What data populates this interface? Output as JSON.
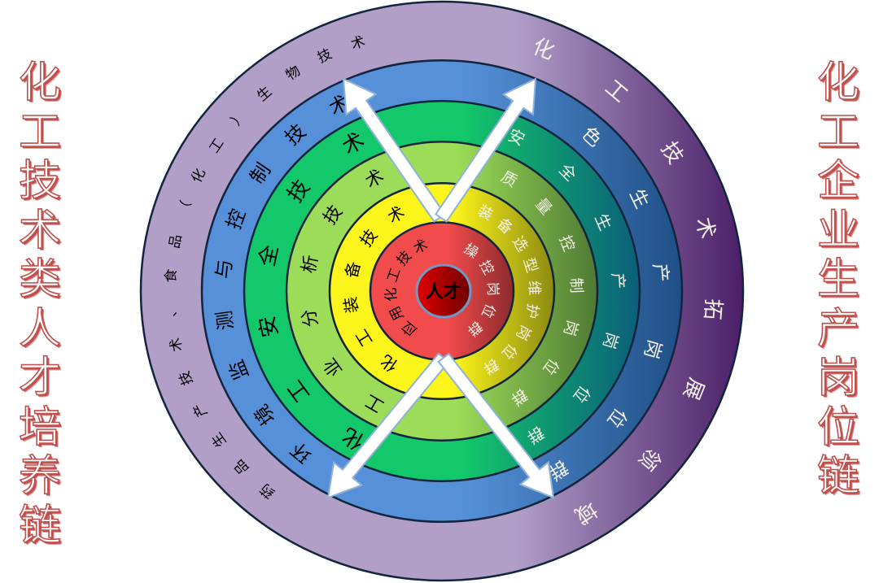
{
  "left_title": {
    "text": "化工技术类人才培养链",
    "chars": [
      "化",
      "工",
      "技",
      "术",
      "类",
      "人",
      "才",
      "培",
      "养",
      "链"
    ],
    "color": "#c0504d"
  },
  "right_title": {
    "text": "化工企业生产岗位链",
    "chars": [
      "化",
      "工",
      "企",
      "业",
      "生",
      "产",
      "岗",
      "位",
      "链"
    ],
    "color": "#c0504d"
  },
  "center": {
    "label": "人才",
    "color": "#cc0000"
  },
  "rings": [
    {
      "name": "core",
      "left_label": "应用化工技术",
      "right_label": "操控岗位群",
      "left_color": "#f24b4b",
      "right_color": "#8b2a2e"
    },
    {
      "name": "equipment",
      "left_label": "化工装备技术",
      "right_label": "装备选型维护岗位群",
      "left_color": "#fcf51b",
      "right_color": "#8c8a10"
    },
    {
      "name": "analysis",
      "left_label": "工业分析技术",
      "right_label": "质量控制岗位群",
      "left_color": "#9cdc58",
      "right_color": "#4f7a34"
    },
    {
      "name": "safety",
      "left_label": "化工安全技术",
      "right_label": "安全生产岗位群",
      "left_color": "#13c86a",
      "right_color": "#0b5f7a"
    },
    {
      "name": "environment",
      "left_label": "环境监测与控制技术",
      "right_label": "绿色生产岗位群",
      "left_color": "#5590d8",
      "right_color": "#1f4f86"
    },
    {
      "name": "extension",
      "left_label": "药品生产技术、食品（化工）生物技术",
      "right_label": "化工技术拓展领域",
      "left_color": "#b19fc8",
      "right_color": "#4b1f68"
    }
  ],
  "arrows": [
    {
      "name": "arrow-up-left",
      "direction": "outward"
    },
    {
      "name": "arrow-up-right",
      "direction": "outward"
    },
    {
      "name": "arrow-down-left",
      "direction": "outward"
    },
    {
      "name": "arrow-down-right",
      "direction": "outward"
    }
  ]
}
